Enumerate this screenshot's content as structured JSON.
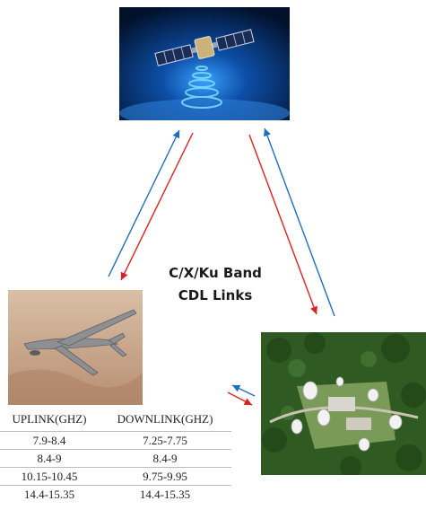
{
  "figure": {
    "band_label_line1": "C/X/Ku Band",
    "band_label_line2": "CDL Links",
    "colors": {
      "uplink_arrow": "#1f6fc0",
      "downlink_arrow": "#e02020"
    },
    "table": {
      "headers": [
        "UPLINK(GHZ)",
        "DOWNLINK(GHZ)"
      ],
      "rows": [
        [
          "7.9-8.4",
          "7.25-7.75"
        ],
        [
          "8.4-9",
          "8.4-9"
        ],
        [
          "10.15-10.45",
          "9.75-9.95"
        ],
        [
          "14.4-15.35",
          "14.4-15.35"
        ]
      ]
    }
  }
}
